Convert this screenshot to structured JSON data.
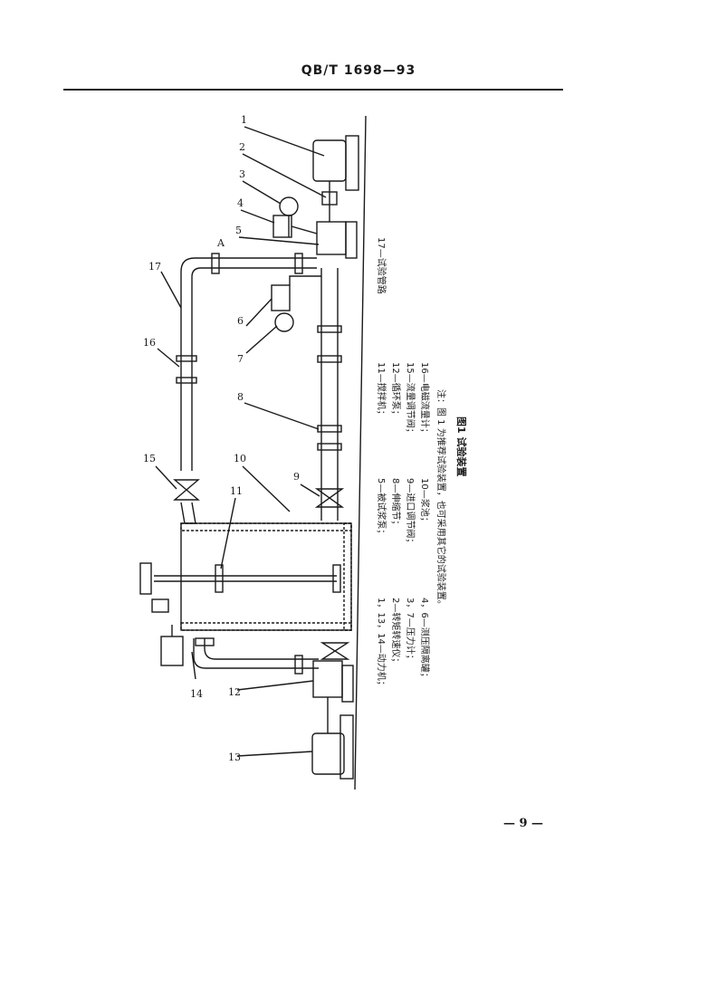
{
  "header": {
    "code": "QB/T 1698—93"
  },
  "figure": {
    "numbers": [
      "1",
      "2",
      "3",
      "4",
      "5",
      "6",
      "7",
      "8",
      "9",
      "10",
      "11",
      "12",
      "13",
      "14",
      "15",
      "16",
      "17"
    ],
    "pipe_label": "17—试验管路",
    "arrow_label": "A",
    "legend_col1": [
      "1，13，14—动力机；",
      "2—转矩转速仪；",
      "3，7—压力计；",
      "4，6—测压隔离罐；"
    ],
    "legend_col2": [
      "5—被试浆泵；",
      "8—伸缩节；",
      "9—进口调节阀；",
      "10—浆池；"
    ],
    "legend_col3": [
      "11—搅拌机；",
      "12—循环泵；",
      "15—流量调节阀；",
      "16—电磁流量计；"
    ],
    "note": "注：图 1 为推荐试验装置，也可采用其它的试验装置。",
    "caption": "图1  试验装置"
  },
  "page": {
    "number": "— 9 —"
  }
}
